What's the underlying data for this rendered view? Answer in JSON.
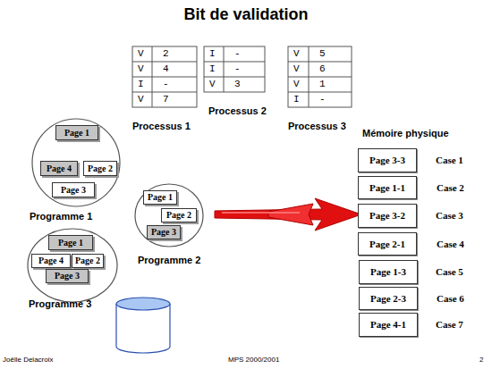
{
  "diagram": {
    "title": "Bit de validation",
    "nodes": [
      {
        "text": [
          "Programme 1"
        ]
      },
      {
        "text": [
          "Page 1"
        ],
        "in": 0
      },
      {
        "text": [
          "Page 4"
        ],
        "in": 0
      },
      {
        "text": [
          "Page 2"
        ],
        "in": 0
      },
      {
        "text": [
          "Page 3"
        ],
        "in": 0
      },
      {
        "text": [
          "Programme 2"
        ]
      },
      {
        "text": [
          "Page 1"
        ],
        "in": 5
      },
      {
        "text": [
          "Page 2"
        ],
        "in": 5
      },
      {
        "text": [
          "Page 3"
        ],
        "in": 5
      },
      {
        "text": [
          "Programme 3"
        ]
      },
      {
        "text": [
          "Page 1"
        ],
        "in": 9
      },
      {
        "text": [
          "Page 4"
        ],
        "in": 9
      },
      {
        "text": [
          "Page 2"
        ],
        "in": 9
      },
      {
        "text": [
          "Page 3"
        ],
        "in": 9
      },
      {
        "text": [
          "Page 3-3"
        ]
      },
      {
        "text": [
          "Page 1-1"
        ]
      },
      {
        "text": [
          "Page 3-2"
        ]
      },
      {
        "text": [
          "Page 2-1"
        ]
      },
      {
        "text": [
          "Page 1-3"
        ]
      },
      {
        "text": [
          "Page 2-3"
        ]
      },
      {
        "text": [
          "Page 4-1"
        ]
      }
    ],
    "labels": [
      "V",
      "2",
      "V",
      "4",
      "I",
      "-",
      "V",
      "7",
      "Processus 1",
      "I",
      "-",
      "I",
      "-",
      "V",
      "3",
      "Processus 2",
      "V",
      "5",
      "V",
      "6",
      "V",
      "1",
      "I",
      "-",
      "Processus 3",
      "Mémoire physique",
      "Case 1",
      "Case 2",
      "Case 3",
      "Case 4",
      "Case 5",
      "Case 6",
      "Case 7",
      "Joëlle Delacroix",
      "MPS 2000/2001",
      "2"
    ]
  }
}
